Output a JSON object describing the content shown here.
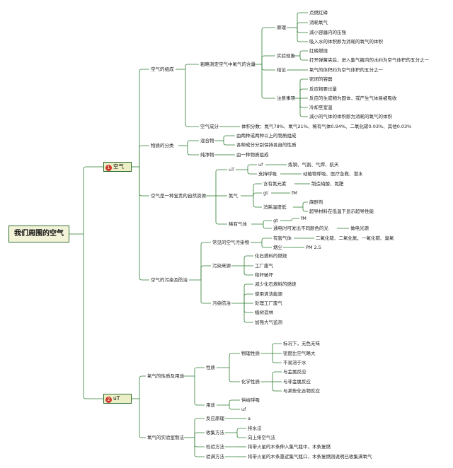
{
  "root": "我们周围的空气",
  "branch1": {
    "number": "1",
    "label": "空气",
    "composition": {
      "label": "空气的组成",
      "measure": {
        "label": "粗略测定空气中氧气的含量",
        "principle": {
          "label": "原理",
          "items": [
            "点燃红磷",
            "消耗氧气",
            "减小容器内的压强",
            "吸入水的体积即为消耗的氧气的体积"
          ]
        },
        "phenomenon": {
          "label": "实验现象",
          "items": [
            "红磷燃烧",
            "打开弹簧夹后，进入集气瓶内的水约为空气体积的五分之一"
          ]
        },
        "conclusion": {
          "label": "结论",
          "text": "氧气的体积约为空气体积的五分之一"
        },
        "notes": {
          "label": "注意事项",
          "items": [
            "密闭的容器",
            "反应物要过量",
            "反应的生成物为固体，或产生气体易被吸收",
            "冷却至室温",
            "减小的气体的体积即为消耗的氧气的体积"
          ]
        }
      },
      "ingredients": {
        "label": "空气成分",
        "text": "体积分数：氮气78%、氧气21%、稀有气体0.94%、二氧化碳0.03%、其他0.03%"
      }
    },
    "classification": {
      "label": "物质的分类",
      "mixture": {
        "label": "混合物",
        "items": [
          "由两种或两种以上的物质组成",
          "各种成分分别保持各自的性质"
        ]
      },
      "pure": {
        "label": "纯净物",
        "text": "由一种物质组成"
      }
    },
    "resource": {
      "label": "空气是一种宝贵的自然资源",
      "oxygen": {
        "label": "uT",
        "uses": [
          "uf",
          "支持呼吸"
        ],
        "uf_text": "炼钢、气割、气焊、航天",
        "breath_text": "动植物呼吸、医疗急救、潜水"
      },
      "nitrogen": {
        "label": "氮气",
        "items": [
          "含有氮元素",
          "gt",
          "消耗温度低"
        ],
        "n_text": "制造硝酸、氮肥",
        "gt_text": "fM",
        "cold_items": [
          "麻醉剂",
          "超导材料在低温下显示超导性能"
        ]
      },
      "noble": {
        "label": "稀有气体",
        "gt": "gt",
        "gt_text": "fM",
        "light": "通电时可发出不同颜色的光",
        "light_text": "做电光源"
      }
    },
    "pollution": {
      "label": "空气的污染及防治",
      "pollutants": {
        "label": "常见的空气污染物",
        "gas": "有害气体",
        "gas_text": "二氧化硫、二氧化氮、一氧化碳、臭氧",
        "dust": "烟尘",
        "dust_text": "PM 2.5"
      },
      "sources": {
        "label": "污染来源",
        "items": [
          "化石燃料的燃烧",
          "工厂废气",
          "秸秆破坏"
        ]
      },
      "prevention": {
        "label": "污染防治",
        "items": [
          "减少化石燃料的燃烧",
          "使用清洁能源",
          "处理工厂废气",
          "植树造林",
          "加强大气监测"
        ]
      }
    }
  },
  "branch2": {
    "number": "2",
    "label": "uT",
    "properties": {
      "label": "氧气的性质及用途",
      "nature": {
        "label": "性质",
        "physical": {
          "label": "物理性质",
          "items": [
            "标况下，无色无味",
            "密度比空气略大",
            "不易溶于水"
          ]
        },
        "chemical": {
          "label": "化学性质",
          "items": [
            "与金属反应",
            "与非金属反应",
            "与某些化合物反应"
          ]
        }
      },
      "usage": {
        "label": "用途",
        "items": [
          "供给呼吸",
          "uf"
        ]
      }
    },
    "preparation": {
      "label": "氧气的实验室制法",
      "reaction": {
        "label": "反应原理",
        "text": "a"
      },
      "collect": {
        "label": "收集方法",
        "items": [
          "排水法",
          "向上排空气法"
        ]
      },
      "test": {
        "label": "检验方法",
        "text": "将带火星的木条伸入集气瓶中，木条复燃"
      },
      "full": {
        "label": "验满方法",
        "text": "将带火星的木条靠近集气瓶口，木条复燃则说明已收集满氧气"
      }
    }
  },
  "colors": {
    "line": "#2e7d32",
    "node_border": "#2f6e2f",
    "node_fill": "#ecefc6",
    "number_fill": "#cc3b2b"
  }
}
